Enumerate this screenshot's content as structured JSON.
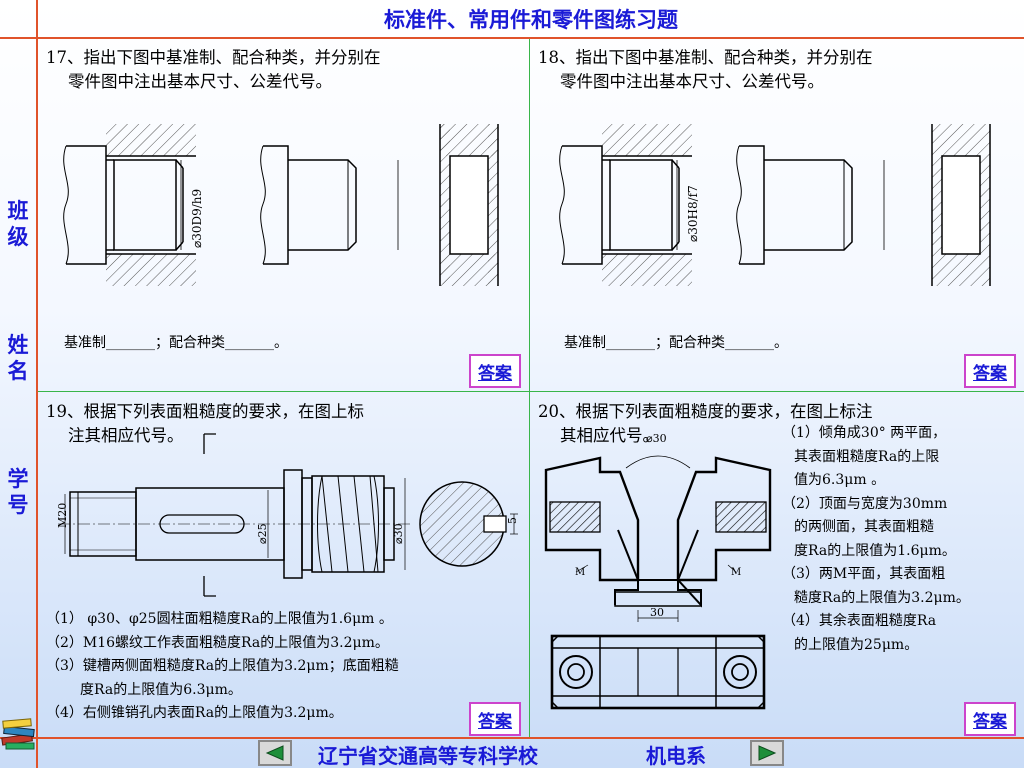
{
  "header": {
    "title": "标准件、常用件和零件图练习题"
  },
  "sidebar": {
    "class_label": [
      "班",
      "级"
    ],
    "name_label": [
      "姓",
      "名"
    ],
    "id_label": [
      "学",
      "号"
    ]
  },
  "q17": {
    "line1": "17、指出下图中基准制、配合种类，并分别在",
    "line2": "零件图中注出基本尺寸、公差代号。",
    "fit_label": "⌀30",
    "fit_code": "D9/h9",
    "fill": "基准制_______；配合种类_______。",
    "answer": "答案"
  },
  "q18": {
    "line1": "18、指出下图中基准制、配合种类，并分别在",
    "line2": "零件图中注出基本尺寸、公差代号。",
    "fit_label": "⌀30",
    "fit_code": "H8/f7",
    "fill": "基准制_______；配合种类_______。",
    "answer": "答案"
  },
  "q19": {
    "line1": "19、根据下列表面粗糙度的要求，在图上标",
    "line2": "注其相应代号。",
    "dims": {
      "m20": "M20",
      "d25": "⌀25",
      "d30": "⌀30",
      "keyway": "5"
    },
    "notes": [
      "（1） φ30、φ25圆柱面粗糙度Ra的上限值为1.6μm 。",
      "（2）M16螺纹工作表面粗糙度Ra的上限值为3.2μm。",
      "（3）键槽两侧面粗糙度Ra的上限值为3.2μm；底面粗糙",
      "度Ra的上限值为6.3μm。",
      "（4）右侧锥销孔内表面Ra的上限值为3.2μm。"
    ],
    "answer": "答案"
  },
  "q20": {
    "line1": "20、根据下列表面粗糙度的要求，在图上标注",
    "line2": "其相应代号。",
    "dims": {
      "angle": "⌀30",
      "width": "30",
      "m_left": "M",
      "m_right": "M"
    },
    "notes": [
      "（1）倾角成30° 两平面，",
      "其表面粗糙度Ra的上限",
      "值为6.3μm 。",
      "（2）顶面与宽度为30mm",
      "的两侧面，其表面粗糙",
      "度Ra的上限值为1.6μm。",
      "（3）两M平面，其表面粗",
      "糙度Ra的上限值为3.2μm。",
      "（4）其余表面粗糙度Ra",
      "的上限值为25μm。"
    ],
    "answer": "答案"
  },
  "footer": {
    "school": "辽宁省交通高等专科学校",
    "dept": "机电系"
  },
  "colors": {
    "title": "#1a1ad6",
    "frame": "#e0532b",
    "grid": "#39b54a",
    "button_border": "#cc44cc"
  }
}
